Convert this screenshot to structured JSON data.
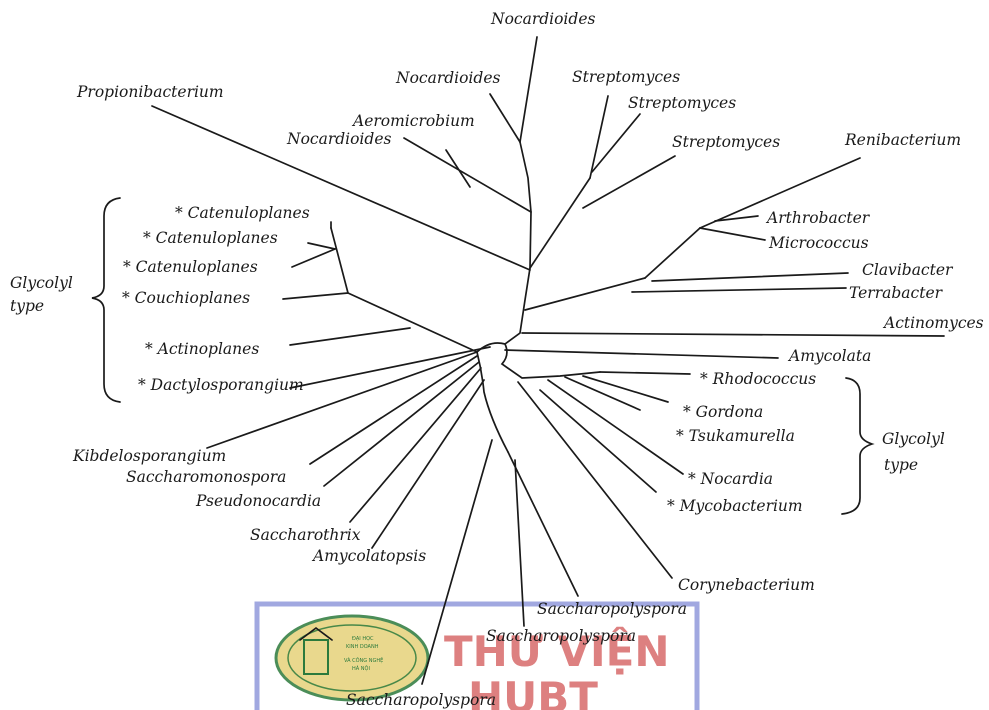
{
  "labels": {
    "nocardioides_top": "Nocardioides",
    "nocardioides_2": "Nocardioides",
    "nocardioides_3": "Nocardioides",
    "aeromicrobium": "Aeromicrobium",
    "propionibacterium": "Propionibacterium",
    "streptomyces_1": "Streptomyces",
    "streptomyces_2": "Streptomyces",
    "streptomyces_3": "Streptomyces",
    "renibacterium": "Renibacterium",
    "arthrobacter": "Arthrobacter",
    "micrococcus": "Micrococcus",
    "clavibacter": "Clavibacter",
    "terrabacter": "Terrabacter",
    "actinomyces": "Actinomyces",
    "amycolata": "Amycolata",
    "rhodococcus": "* Rhodococcus",
    "gordona": "* Gordona",
    "tsukamurella": "* Tsukamurella",
    "nocardia": "* Nocardia",
    "mycobacterium": "* Mycobacterium",
    "corynebacterium": "Corynebacterium",
    "saccharopolyspora_1": "Saccharopolyspora",
    "saccharopolyspora_2": "Saccharopolyspora",
    "saccharopolyspora_3": "Saccharopolyspora",
    "amycolatopsis": "Amycolatopsis",
    "saccharothrix": "Saccharothrix",
    "pseudonocardia": "Pseudonocardia",
    "saccharomonospora": "Saccharomonospora",
    "kibdelosporangium": "Kibdelosporangium",
    "dactylosporangium": "* Dactylosporangium",
    "actinoplanes": "* Actinoplanes",
    "couchioplanes": "* Couchioplanes",
    "catenuloplanes_1": "* Catenuloplanes",
    "catenuloplanes_2": "* Catenuloplanes",
    "catenuloplanes_3": "* Catenuloplanes"
  },
  "groups": {
    "left_glycolyl_line1": "Glycolyl",
    "left_glycolyl_line2": "type",
    "right_glycolyl_line1": "Glycolyl",
    "right_glycolyl_line2": "type"
  },
  "watermark": {
    "line1": "THƯ VIỆN",
    "line2": "HUBT",
    "seal_line1": "ĐẠI HỌC",
    "seal_line2": "KINH DOANH",
    "seal_line3": "VÀ CÔNG NGHỆ",
    "seal_line4": "HÀ NỘI"
  }
}
